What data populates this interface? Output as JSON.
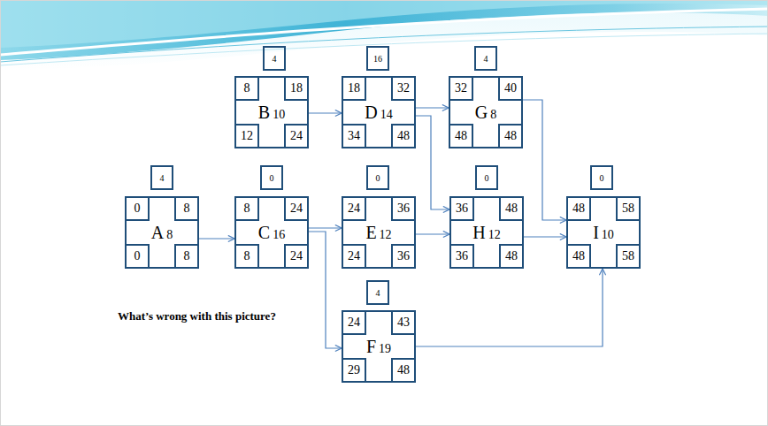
{
  "diagram": {
    "nodes": [
      {
        "text": [
          "4"
        ]
      },
      {
        "text": [
          "B",
          "10"
        ]
      },
      {
        "text": [
          "8"
        ],
        "in": 1
      },
      {
        "text": [
          "18"
        ],
        "in": 1
      },
      {
        "text": [
          "12"
        ],
        "in": 1
      },
      {
        "text": [
          "24"
        ],
        "in": 1
      },
      {
        "text": [
          "16"
        ]
      },
      {
        "text": [
          "D",
          "14"
        ]
      },
      {
        "text": [
          "18"
        ],
        "in": 7
      },
      {
        "text": [
          "32"
        ],
        "in": 7
      },
      {
        "text": [
          "34"
        ],
        "in": 7
      },
      {
        "text": [
          "48"
        ],
        "in": 7
      },
      {
        "text": [
          "4"
        ]
      },
      {
        "text": [
          "G",
          "8"
        ]
      },
      {
        "text": [
          "32"
        ],
        "in": 13
      },
      {
        "text": [
          "40"
        ],
        "in": 13
      },
      {
        "text": [
          "48"
        ],
        "in": 13
      },
      {
        "text": [
          "48"
        ],
        "in": 13
      },
      {
        "text": [
          "4"
        ]
      },
      {
        "text": [
          "A",
          "8"
        ]
      },
      {
        "text": [
          "0"
        ],
        "in": 19
      },
      {
        "text": [
          "8"
        ],
        "in": 19
      },
      {
        "text": [
          "0"
        ],
        "in": 19
      },
      {
        "text": [
          "8"
        ],
        "in": 19
      },
      {
        "text": [
          "0"
        ]
      },
      {
        "text": [
          "C",
          "16"
        ]
      },
      {
        "text": [
          "8"
        ],
        "in": 25
      },
      {
        "text": [
          "24"
        ],
        "in": 25
      },
      {
        "text": [
          "8"
        ],
        "in": 25
      },
      {
        "text": [
          "24"
        ],
        "in": 25
      },
      {
        "text": [
          "0"
        ]
      },
      {
        "text": [
          "E",
          "12"
        ]
      },
      {
        "text": [
          "24"
        ],
        "in": 31
      },
      {
        "text": [
          "36"
        ],
        "in": 31
      },
      {
        "text": [
          "24"
        ],
        "in": 31
      },
      {
        "text": [
          "36"
        ],
        "in": 31
      },
      {
        "text": [
          "0"
        ]
      },
      {
        "text": [
          "H",
          "12"
        ]
      },
      {
        "text": [
          "36"
        ],
        "in": 37
      },
      {
        "text": [
          "48"
        ],
        "in": 37
      },
      {
        "text": [
          "36"
        ],
        "in": 37
      },
      {
        "text": [
          "48"
        ],
        "in": 37
      },
      {
        "text": [
          "0"
        ]
      },
      {
        "text": [
          "I",
          "10"
        ]
      },
      {
        "text": [
          "48"
        ],
        "in": 43
      },
      {
        "text": [
          "58"
        ],
        "in": 43
      },
      {
        "text": [
          "48"
        ],
        "in": 43
      },
      {
        "text": [
          "58"
        ],
        "in": 43
      },
      {
        "text": [
          "4"
        ]
      },
      {
        "text": [
          "F",
          "19"
        ]
      },
      {
        "text": [
          "24"
        ],
        "in": 49
      },
      {
        "text": [
          "43"
        ],
        "in": 49
      },
      {
        "text": [
          "29"
        ],
        "in": 49
      },
      {
        "text": [
          "48"
        ],
        "in": 49
      }
    ],
    "edges": [
      {
        "from": 19,
        "to": 25,
        "arrow": "to"
      },
      {
        "from": 1,
        "to": 7,
        "arrow": "to"
      },
      {
        "from": 7,
        "to": 13,
        "arrow": "to"
      },
      {
        "from": 7,
        "to": 37,
        "arrow": "to"
      },
      {
        "from": 13,
        "to": 43,
        "arrow": "to"
      },
      {
        "from": 25,
        "to": 31,
        "arrow": "to"
      },
      {
        "from": 25,
        "to": 49,
        "arrow": "to"
      },
      {
        "from": 31,
        "to": 37,
        "arrow": "to"
      },
      {
        "from": 37,
        "to": 43,
        "arrow": "to"
      },
      {
        "from": 49,
        "to": 43,
        "arrow": "to"
      }
    ],
    "labels": [
      "What’s wrong with this picture?"
    ]
  }
}
